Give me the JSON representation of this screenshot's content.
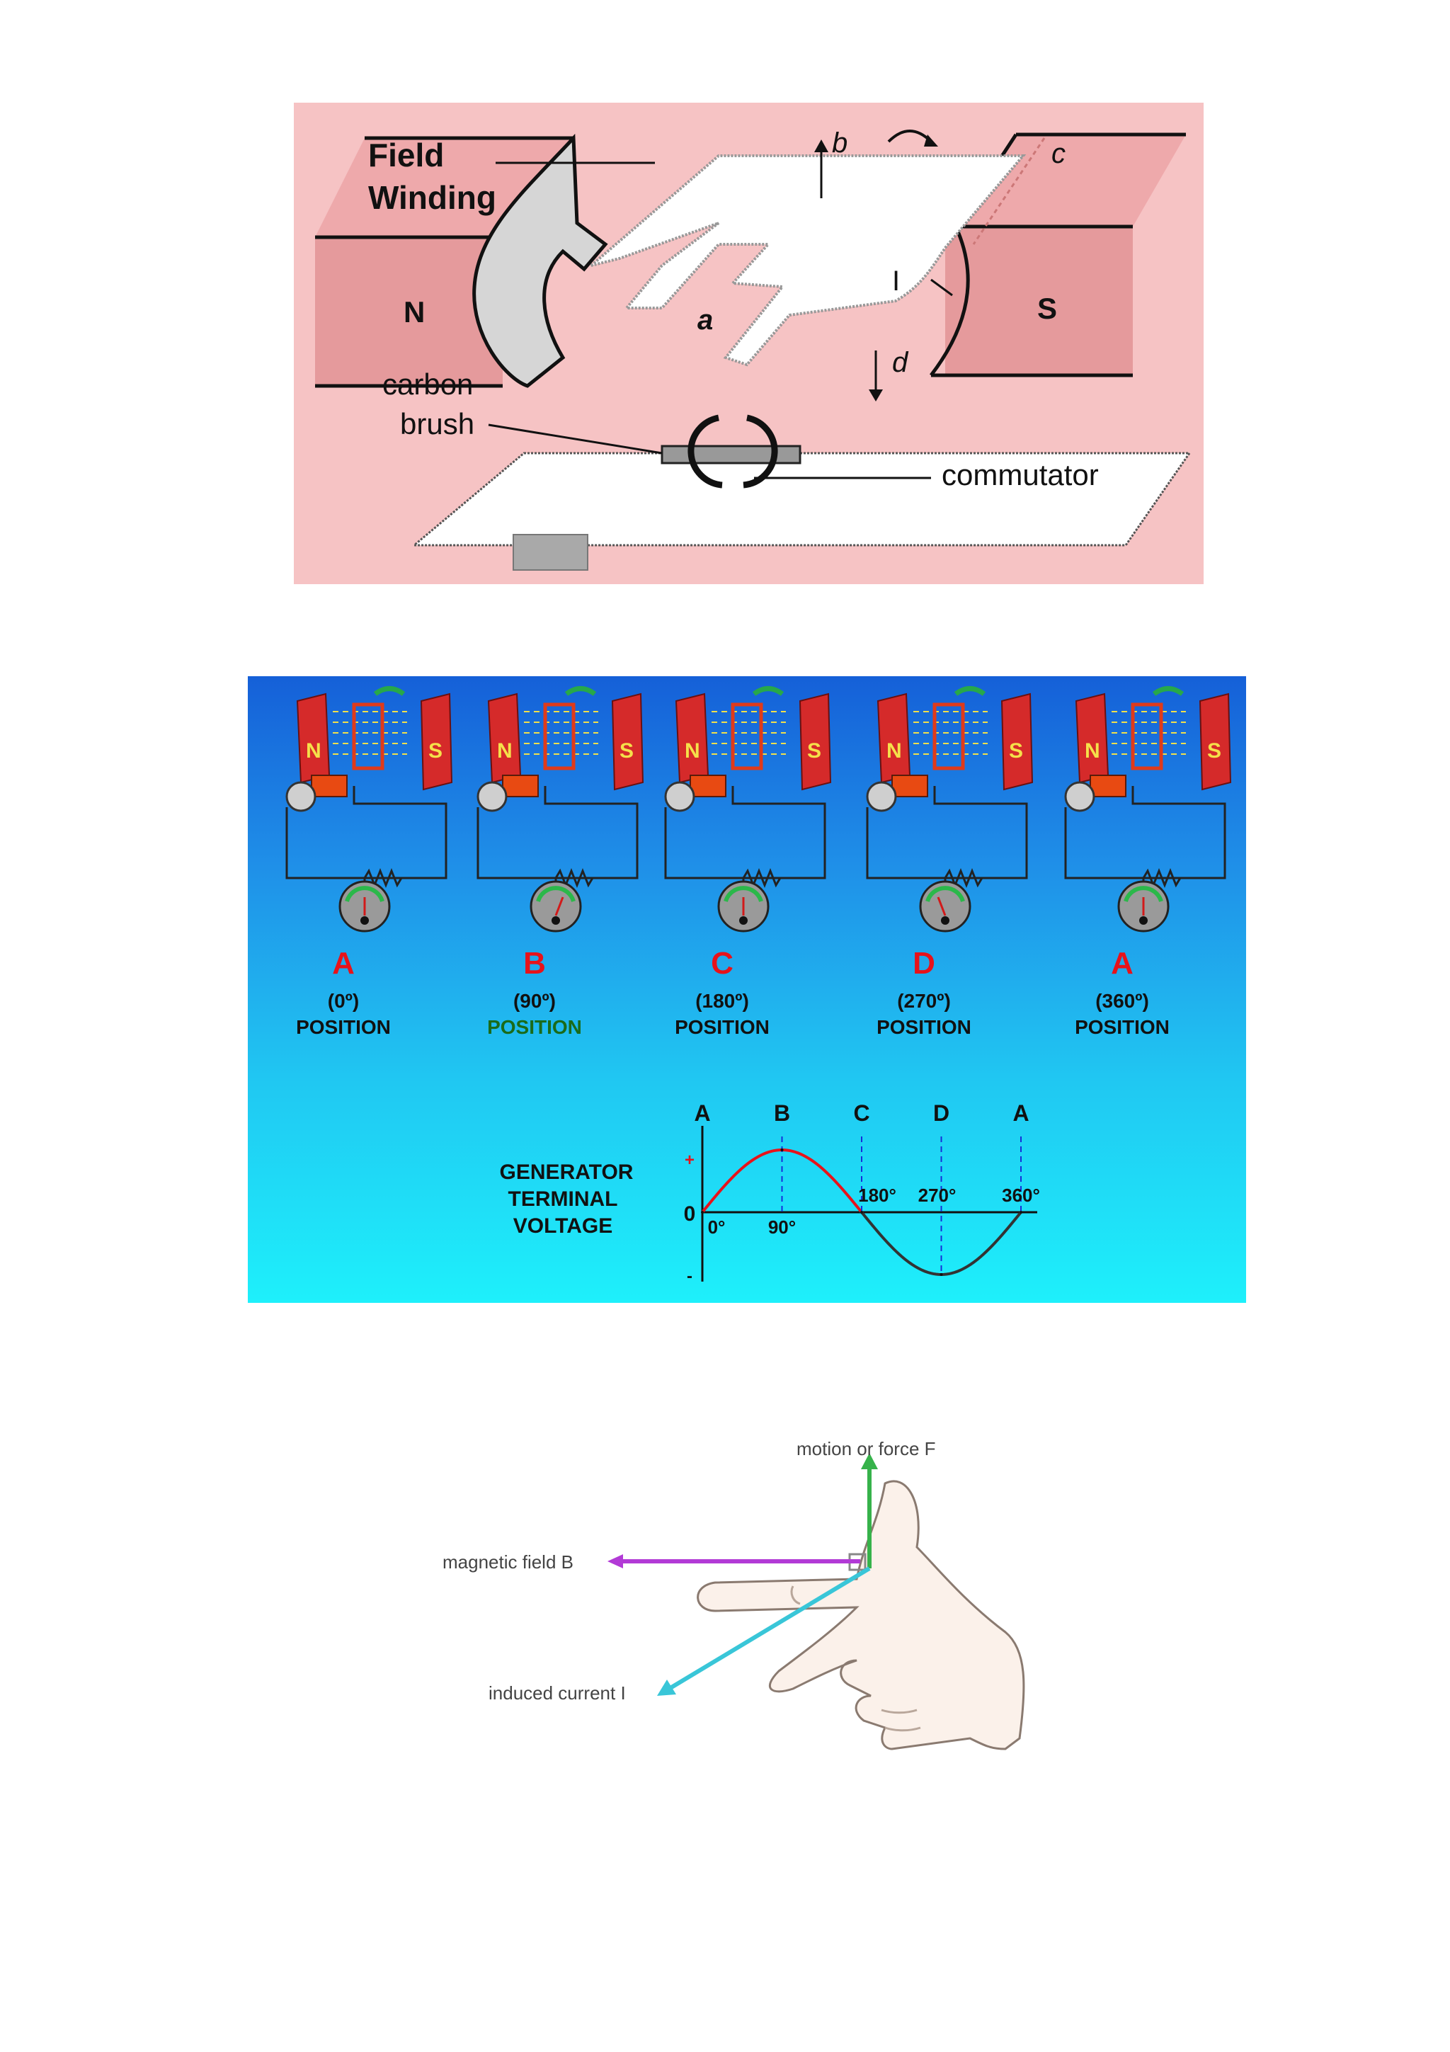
{
  "dc_diagram": {
    "field_winding_line1": "Field",
    "field_winding_line2": "Winding",
    "pole_n": "N",
    "pole_s": "S",
    "coil_a": "a",
    "coil_b": "b",
    "coil_c": "c",
    "coil_d": "d",
    "current": "I",
    "carbon_line1": "carbon",
    "carbon_line2": "brush",
    "commutator": "commutator"
  },
  "generator": {
    "positions": [
      {
        "letter": "A",
        "angle": "(0º)",
        "caption": "POSITION"
      },
      {
        "letter": "B",
        "angle": "(90º)",
        "caption": "POSITION"
      },
      {
        "letter": "C",
        "angle": "(180º)",
        "caption": "POSITION"
      },
      {
        "letter": "D",
        "angle": "(270º)",
        "caption": "POSITION"
      },
      {
        "letter": "A",
        "angle": "(360º)",
        "caption": "POSITION"
      }
    ],
    "magnet_n": "N",
    "magnet_s": "S",
    "terminal_label": [
      "GENERATOR",
      "TERMINAL",
      "VOLTAGE"
    ],
    "colors": {
      "letters": "#e8121a",
      "highlight_caption": "#1a6b1a",
      "wave_positive": "#e8121a",
      "wave_negative": "#333333",
      "markers": "#1530d8"
    }
  },
  "chart_data": {
    "type": "line",
    "title": "",
    "series": [
      {
        "name": "",
        "function": "sine",
        "x_deg": [
          0,
          90,
          180,
          270,
          360
        ],
        "y": [
          0,
          1,
          0,
          -1,
          0
        ]
      }
    ],
    "point_labels": [
      "A",
      "B",
      "C",
      "D",
      "A"
    ],
    "tick_labels": [
      "0°",
      "90°",
      "180°",
      "270°",
      "360°"
    ],
    "y_axis_labels": [
      "+",
      "0",
      "-"
    ],
    "xlim": [
      0,
      360
    ],
    "ylim": [
      -1,
      1
    ]
  },
  "hand_rule": {
    "motion": "motion or force F",
    "field": "magnetic field B",
    "current": "induced current I",
    "colors": {
      "motion": "#36b24a",
      "field": "#b23ad6",
      "current": "#39c6d8"
    }
  }
}
